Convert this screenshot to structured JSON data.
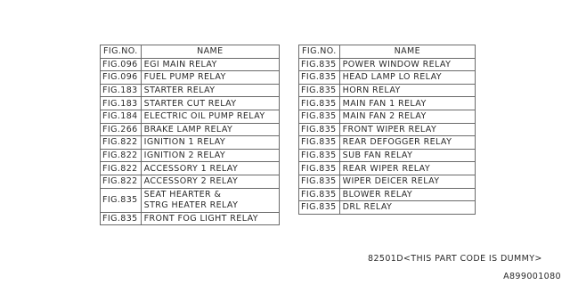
{
  "header": {
    "fig": "FIG.NO.",
    "name": "NAME"
  },
  "left_table": [
    {
      "fig": "FIG.096",
      "name": "EGI MAIN RELAY"
    },
    {
      "fig": "FIG.096",
      "name": "FUEL PUMP RELAY"
    },
    {
      "fig": "FIG.183",
      "name": "STARTER RELAY"
    },
    {
      "fig": "FIG.183",
      "name": "STARTER CUT RELAY"
    },
    {
      "fig": "FIG.184",
      "name": "ELECTRIC OIL PUMP RELAY"
    },
    {
      "fig": "FIG.266",
      "name": "BRAKE LAMP RELAY"
    },
    {
      "fig": "FIG.822",
      "name": "IGNITION 1 RELAY"
    },
    {
      "fig": "FIG.822",
      "name": "IGNITION 2 RELAY"
    },
    {
      "fig": "FIG.822",
      "name": "ACCESSORY 1 RELAY"
    },
    {
      "fig": "FIG.822",
      "name": "ACCESSORY 2 RELAY"
    },
    {
      "fig": "FIG.835",
      "name": "SEAT HEARTER &\n STRG HEATER RELAY"
    },
    {
      "fig": "FIG.835",
      "name": "FRONT FOG LIGHT RELAY"
    }
  ],
  "right_table": [
    {
      "fig": "FIG.835",
      "name": "POWER WINDOW RELAY"
    },
    {
      "fig": "FIG.835",
      "name": "HEAD LAMP LO RELAY"
    },
    {
      "fig": "FIG.835",
      "name": "HORN RELAY"
    },
    {
      "fig": "FIG.835",
      "name": "MAIN FAN 1 RELAY"
    },
    {
      "fig": "FIG.835",
      "name": "MAIN FAN 2 RELAY"
    },
    {
      "fig": "FIG.835",
      "name": "FRONT WIPER RELAY"
    },
    {
      "fig": "FIG.835",
      "name": "REAR DEFOGGER RELAY"
    },
    {
      "fig": "FIG.835",
      "name": "SUB FAN RELAY"
    },
    {
      "fig": "FIG.835",
      "name": "REAR WIPER RELAY"
    },
    {
      "fig": "FIG.835",
      "name": "WIPER DEICER RELAY"
    },
    {
      "fig": "FIG.835",
      "name": "BLOWER RELAY"
    },
    {
      "fig": "FIG.835",
      "name": "DRL RELAY"
    }
  ],
  "part_code_note": "82501D<THIS PART CODE IS DUMMY>",
  "diagram_id": "A899001080"
}
